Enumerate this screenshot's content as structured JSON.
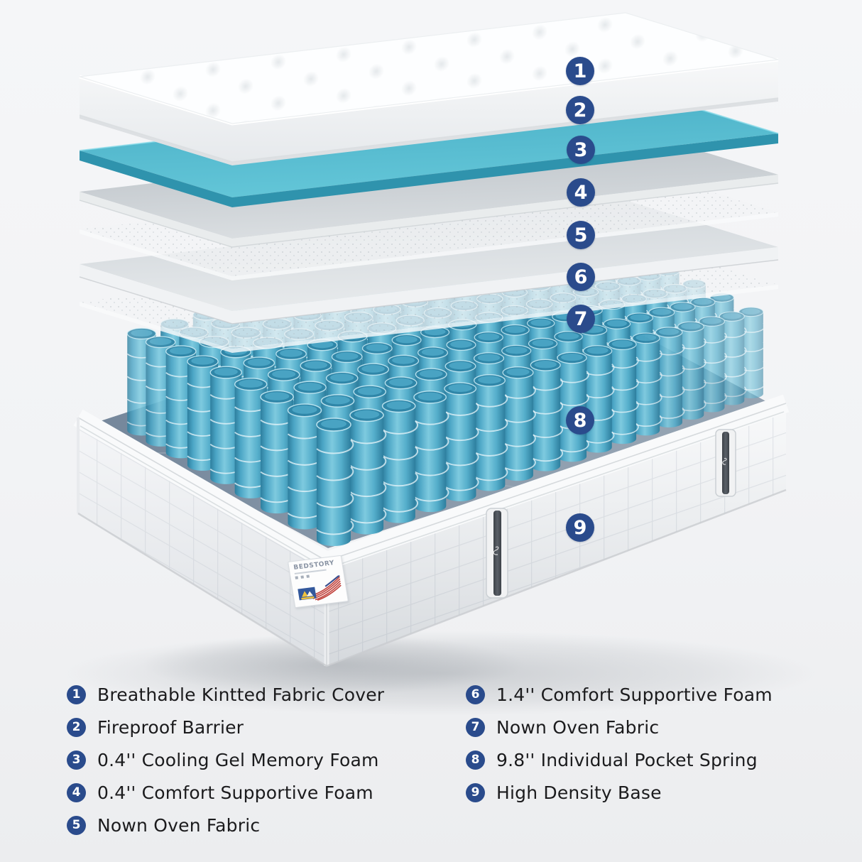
{
  "colors": {
    "badge_navy": "#2a4b8c",
    "cooling_gel_teal": "#4db7cd",
    "pocket_spring_blue": "#4aa4c4",
    "legend_text": "#1b1b1d"
  },
  "brand": {
    "name": "BEDSTORY"
  },
  "diagram": {
    "badges": [
      "1",
      "2",
      "3",
      "4",
      "5",
      "6",
      "7",
      "8",
      "9"
    ]
  },
  "legend": {
    "left": [
      {
        "num": "1",
        "label": "Breathable Kintted Fabric Cover"
      },
      {
        "num": "2",
        "label": "Fireproof Barrier"
      },
      {
        "num": "3",
        "label": "0.4'' Cooling Gel Memory Foam"
      },
      {
        "num": "4",
        "label": "0.4'' Comfort Supportive Foam"
      },
      {
        "num": "5",
        "label": "Nown Oven Fabric"
      }
    ],
    "right": [
      {
        "num": "6",
        "label": "1.4'' Comfort Supportive Foam"
      },
      {
        "num": "7",
        "label": "Nown Oven Fabric"
      },
      {
        "num": "8",
        "label": "9.8'' Individual Pocket Spring"
      },
      {
        "num": "9",
        "label": "High Density Base"
      }
    ]
  }
}
